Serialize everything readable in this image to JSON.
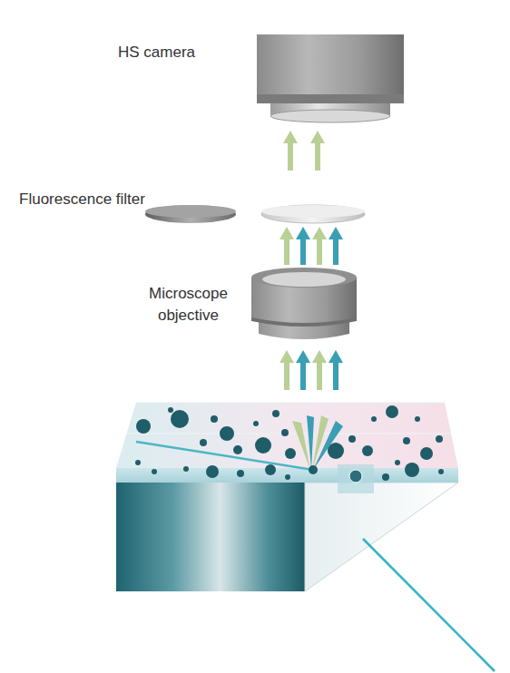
{
  "diagram": {
    "labels": [
      "HS camera",
      "Fluorescence filter",
      "Microscope objective"
    ]
  }
}
